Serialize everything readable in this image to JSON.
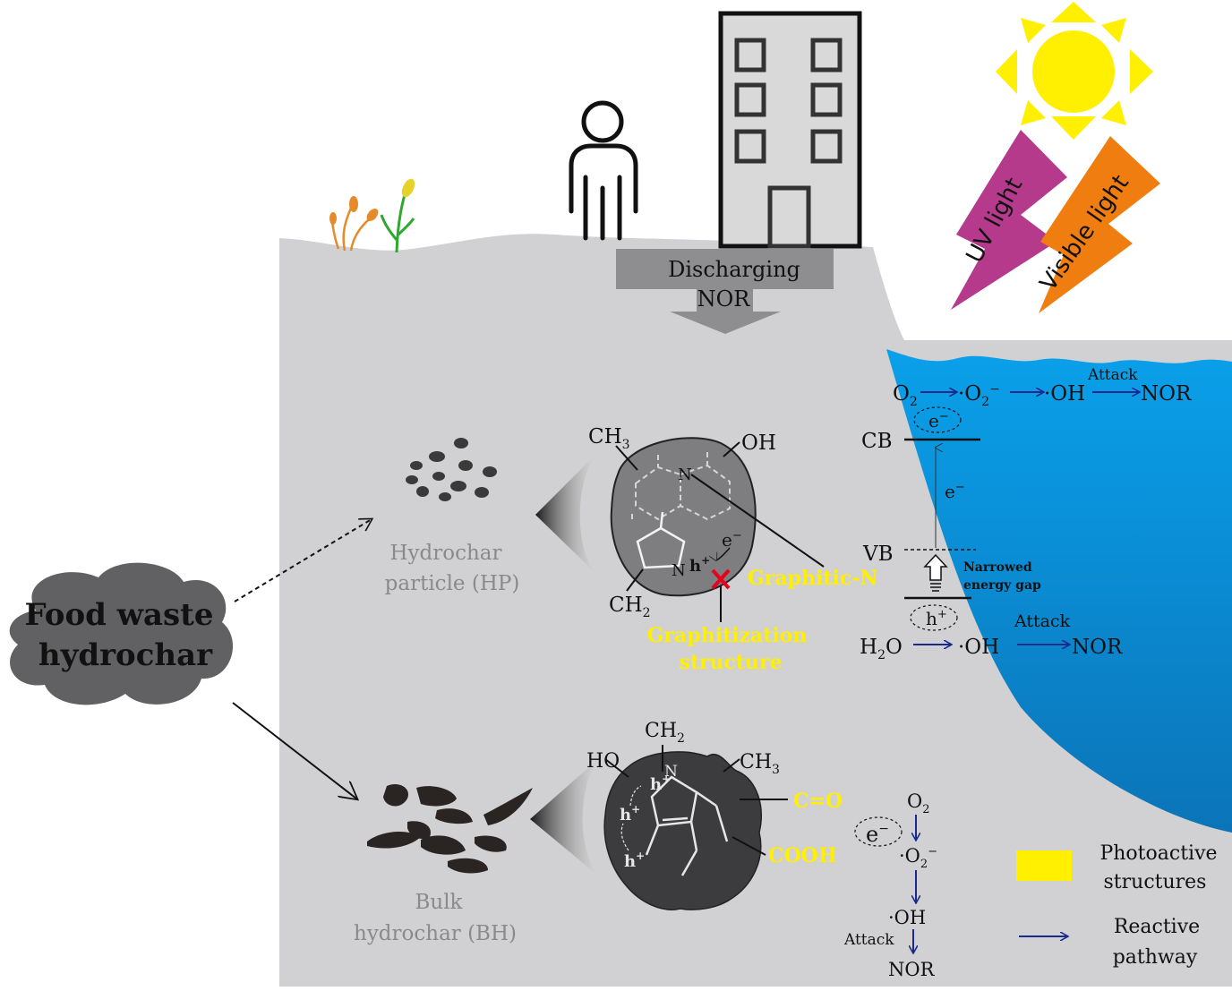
{
  "discharge": {
    "line1": "Discharging",
    "line2": "NOR"
  },
  "light": {
    "uv": "UV light",
    "visible": "Visible light"
  },
  "source": {
    "line1": "Food waste",
    "line2": "hydrochar"
  },
  "hp": {
    "line1": "Hydrochar",
    "line2": "particle (HP)"
  },
  "bh": {
    "line1": "Bulk",
    "line2": "hydrochar (BH)"
  },
  "hp_struct": {
    "ch3": "CH",
    "ch3_sub": "3",
    "oh": "OH",
    "n_top": "N",
    "n_bot": "N",
    "ch2": "CH",
    "ch2_sub": "2",
    "electron": "e",
    "electron_sup": "−",
    "hole": "h",
    "hole_sup": "+",
    "graphitic_n": "Graphitic-N",
    "graphitization_line1": "Graphitization",
    "graphitization_line2": "structure"
  },
  "band": {
    "cb": "CB",
    "vb": "VB",
    "o2": "O",
    "o2_sub": "2",
    "superoxide_prefix": "·O",
    "superoxide_sub": "2",
    "superoxide_sup": "−",
    "oh_radical": "·OH",
    "attack": "Attack",
    "nor": "NOR",
    "e": "e",
    "e_sup": "−",
    "gap_line1": "Narrowed",
    "gap_line2": "energy gap",
    "h": "h",
    "h_sup": "+",
    "h2o_prefix": "H",
    "h2o_sub": "2",
    "h2o_suffix": "O"
  },
  "bh_struct": {
    "ch2": "CH",
    "ch2_sub": "2",
    "ch3": "CH",
    "ch3_sub": "3",
    "ho": "HO",
    "n": "N",
    "h": "h",
    "h_sup": "+",
    "co": "C=O",
    "cooh": "COOH"
  },
  "bh_pathway": {
    "e": "e",
    "e_sup": "−",
    "o2": "O",
    "o2_sub": "2",
    "superoxide_prefix": "·O",
    "superoxide_sub": "2",
    "superoxide_sup": "−",
    "oh_radical": "·OH",
    "attack": "Attack",
    "nor": "NOR"
  },
  "legend": {
    "photo_line1": "Photoactive",
    "photo_line2": "structures",
    "path_line1": "Reactive",
    "path_line2": "pathway"
  },
  "colors": {
    "ground": "#d1d1d3",
    "water": "#0a8fd8",
    "highlight": "#ffef00",
    "pathway": "#1a2a8c",
    "uv": "#b53a8c",
    "visible": "#f07d10",
    "sun": "#ffef00"
  }
}
